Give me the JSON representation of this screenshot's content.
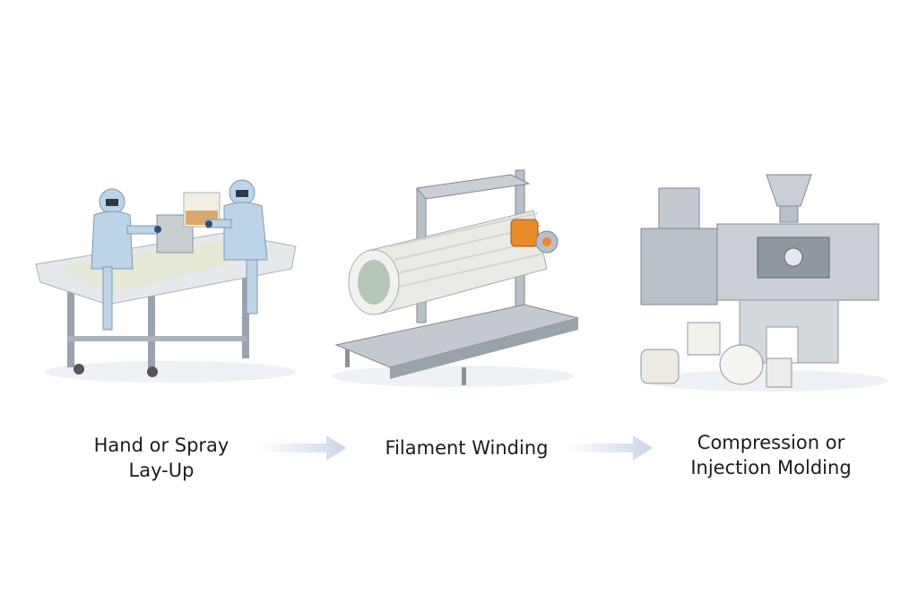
{
  "steps": [
    {
      "label_line1": "Hand or Spray",
      "label_line2": "Lay-Up",
      "icon": "hand-spray-layup-illustration"
    },
    {
      "label_line1": "Filament Winding",
      "label_line2": "",
      "icon": "filament-winding-machine-illustration"
    },
    {
      "label_line1": "Compression or",
      "label_line2": "Injection Molding",
      "icon": "injection-molding-machine-illustration"
    }
  ],
  "arrows": [
    {
      "icon": "right-arrow-icon"
    },
    {
      "icon": "right-arrow-icon"
    }
  ],
  "colors": {
    "background": "#ffffff",
    "arrow": "#c9d6ea",
    "steel": "#b9c0c8",
    "suit": "#bcd3e8",
    "orange": "#e8892a"
  }
}
